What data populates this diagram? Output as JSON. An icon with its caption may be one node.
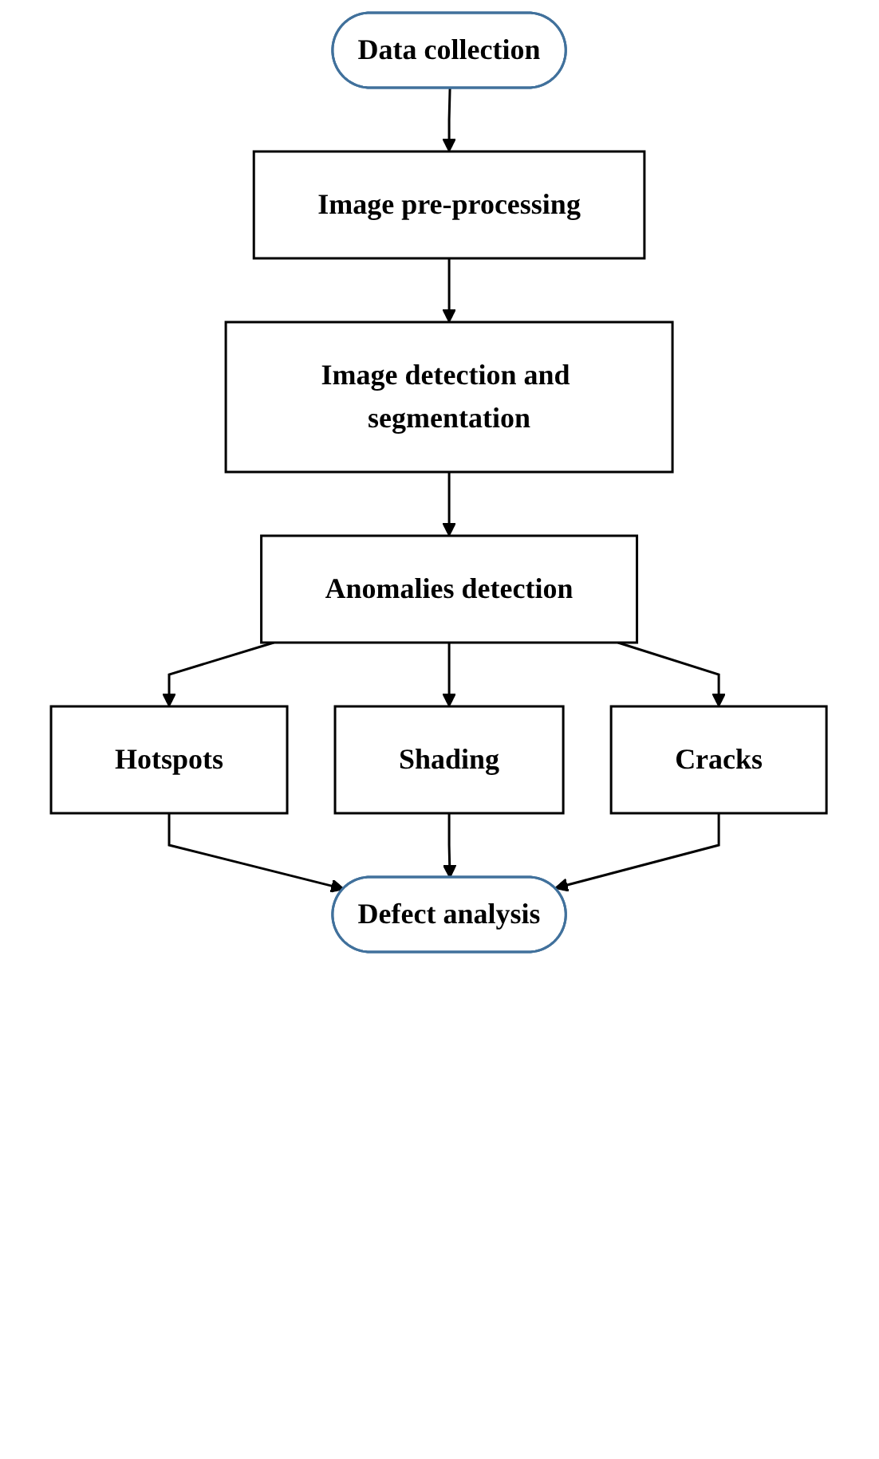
{
  "diagram": {
    "nodes": [
      {
        "text": [
          "Data collection"
        ]
      },
      {
        "text": [
          "Image pre-processing"
        ]
      },
      {
        "text": [
          "Image detection and segmentation"
        ]
      },
      {
        "text": [
          "Anomalies detection"
        ]
      },
      {
        "text": [
          "Hotspots"
        ]
      },
      {
        "text": [
          "Shading"
        ]
      },
      {
        "text": [
          "Cracks"
        ]
      },
      {
        "text": [
          "Defect analysis"
        ]
      }
    ],
    "edges": [
      {
        "from": 0,
        "to": 1,
        "arrow": "to"
      },
      {
        "from": 1,
        "to": 2,
        "arrow": "to"
      },
      {
        "from": 2,
        "to": 3,
        "arrow": "to"
      },
      {
        "from": 3,
        "to": 4,
        "arrow": "to"
      },
      {
        "from": 3,
        "to": 5,
        "arrow": "to"
      },
      {
        "from": 3,
        "to": 6,
        "arrow": "to"
      },
      {
        "from": 4,
        "to": 7,
        "arrow": "to"
      },
      {
        "from": 5,
        "to": 7,
        "arrow": "to"
      },
      {
        "from": 6,
        "to": 7,
        "arrow": "to"
      }
    ]
  }
}
